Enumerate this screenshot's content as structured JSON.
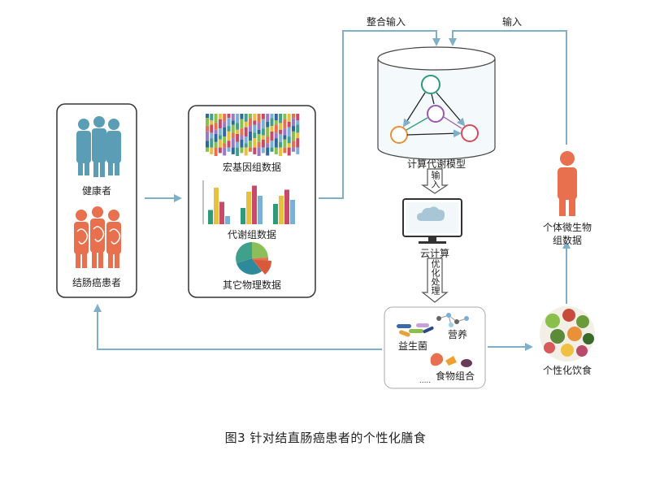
{
  "left_panel": {
    "healthy": "健康者",
    "crc": "结肠癌患者"
  },
  "data_panel": {
    "metagenome": "宏基因组数据",
    "metabolome": "代谢组数据",
    "physical": "其它物理数据"
  },
  "model": {
    "label": "计算代谢模型"
  },
  "cloud": {
    "label": "云计算"
  },
  "arrows": {
    "integrate_input": "整合输入",
    "input_top": "输入",
    "input_down": "输入",
    "optimize": "优化处理"
  },
  "intervention": {
    "probiotics": "益生菌",
    "nutrition": "营养",
    "food_combo": "食物组合",
    "ellipsis": "....."
  },
  "diet": {
    "label": "个性化饮食"
  },
  "individual": {
    "label_line1": "个体微生物",
    "label_line2": "组数据"
  },
  "caption": "图3  针对结直肠癌患者的个性化膳食",
  "colors": {
    "arrow": "#7fb0c8",
    "healthy": "#5a9db5",
    "patient": "#e8704e"
  }
}
